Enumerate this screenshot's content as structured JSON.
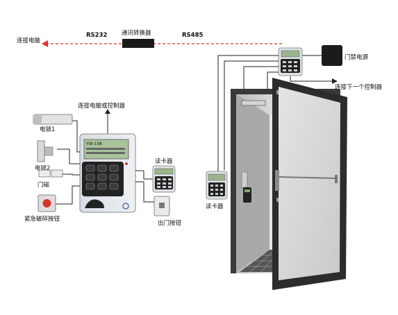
{
  "labels": {
    "connect_pc": "连接电脑",
    "rs232": "RS232",
    "converter": "通讯转换器",
    "rs485": "RS485",
    "door_power": "门禁电源",
    "connect_next": "连接下一个控制器",
    "connect_pc_or_ctrl": "连接电脑或控制器",
    "lock1": "电锁1",
    "lock2": "电锁2",
    "door_sensor": "门磁",
    "emergency_button": "紧急破碎按钮",
    "card_reader_1": "读卡器",
    "exit_button": "出门按钮",
    "card_reader_2": "读卡器"
  },
  "controller": {
    "screen_text": "YW-108"
  },
  "colors": {
    "arrow_red": "#d9342b",
    "frame_dark": "#2e2e2e",
    "door_glass": "#e4e4e4",
    "line": "#222222"
  }
}
